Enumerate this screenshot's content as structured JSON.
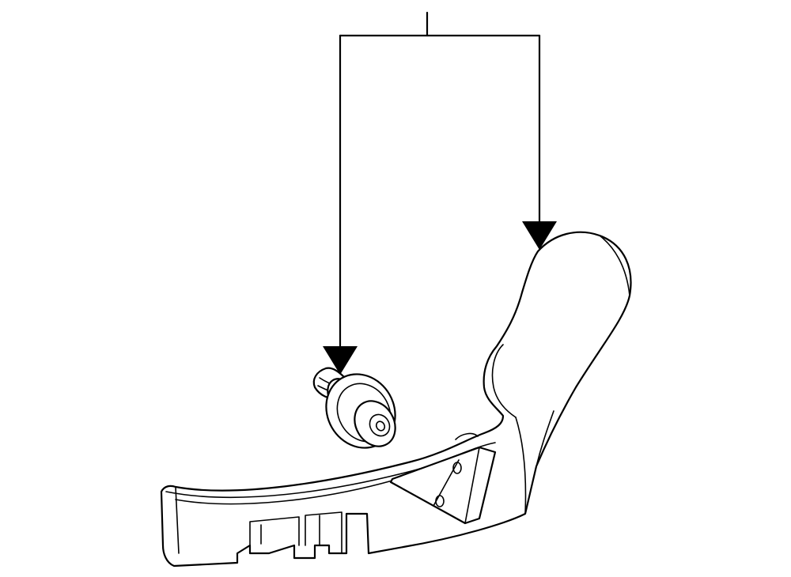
{
  "diagram": {
    "background_color": "#ffffff",
    "line_color": "#000000",
    "parts": [
      {
        "name": "trim-panel",
        "icon": "seat-side-trim-panel"
      },
      {
        "name": "push-clip-fastener",
        "icon": "push-pin-clip"
      }
    ],
    "callouts": [
      {
        "name": "callout-leader-clip",
        "points_to": "push-clip-fastener"
      },
      {
        "name": "callout-leader-panel",
        "points_to": "trim-panel"
      }
    ]
  }
}
